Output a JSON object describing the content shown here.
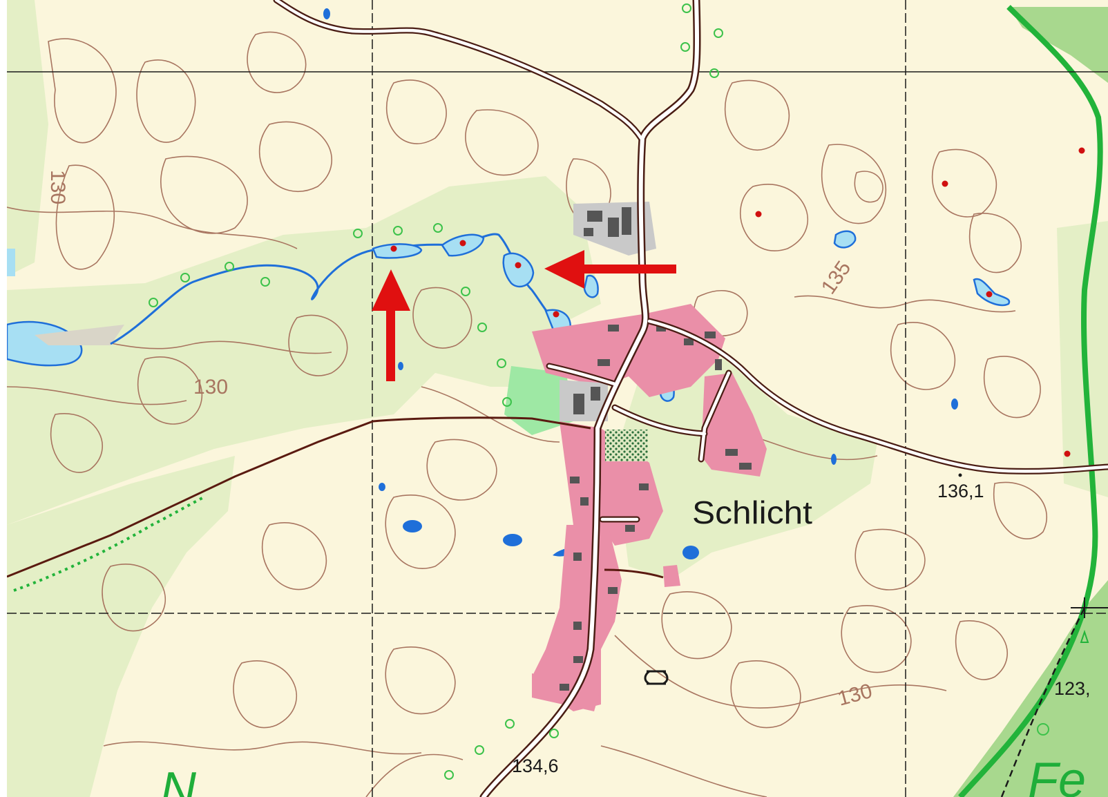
{
  "place_name": "Schlicht",
  "spot_heights": [
    "136,1",
    "134,6",
    "123,"
  ],
  "contour_labels": [
    "130",
    "130",
    "135",
    "130"
  ],
  "edge_labels": [
    "Fe",
    "N"
  ],
  "colors": {
    "base": "#fbf6dc",
    "meadow": "#e4efc6",
    "meadow_bright": "#9ee8a4",
    "forest": "#a8d88e",
    "contour": "#a87560",
    "water": "#a7dff3",
    "stream": "#1f6fd9",
    "settlement": "#ea8fa8",
    "building": "#555555",
    "road_casing": "#4a1d14",
    "road_fill": "#ffffff",
    "track": "#5a1a10",
    "grid": "#1a1a1a",
    "forest_boundary": "#22b33a",
    "marker": "#e01010",
    "point": "#d01010",
    "tree_symbol": "#3cc24a"
  },
  "symbols": {
    "arrow_up": "up-arrow-icon",
    "arrow_left": "left-arrow-icon",
    "tree": "tree-circle-icon",
    "spot_point": "red-dot-icon"
  }
}
